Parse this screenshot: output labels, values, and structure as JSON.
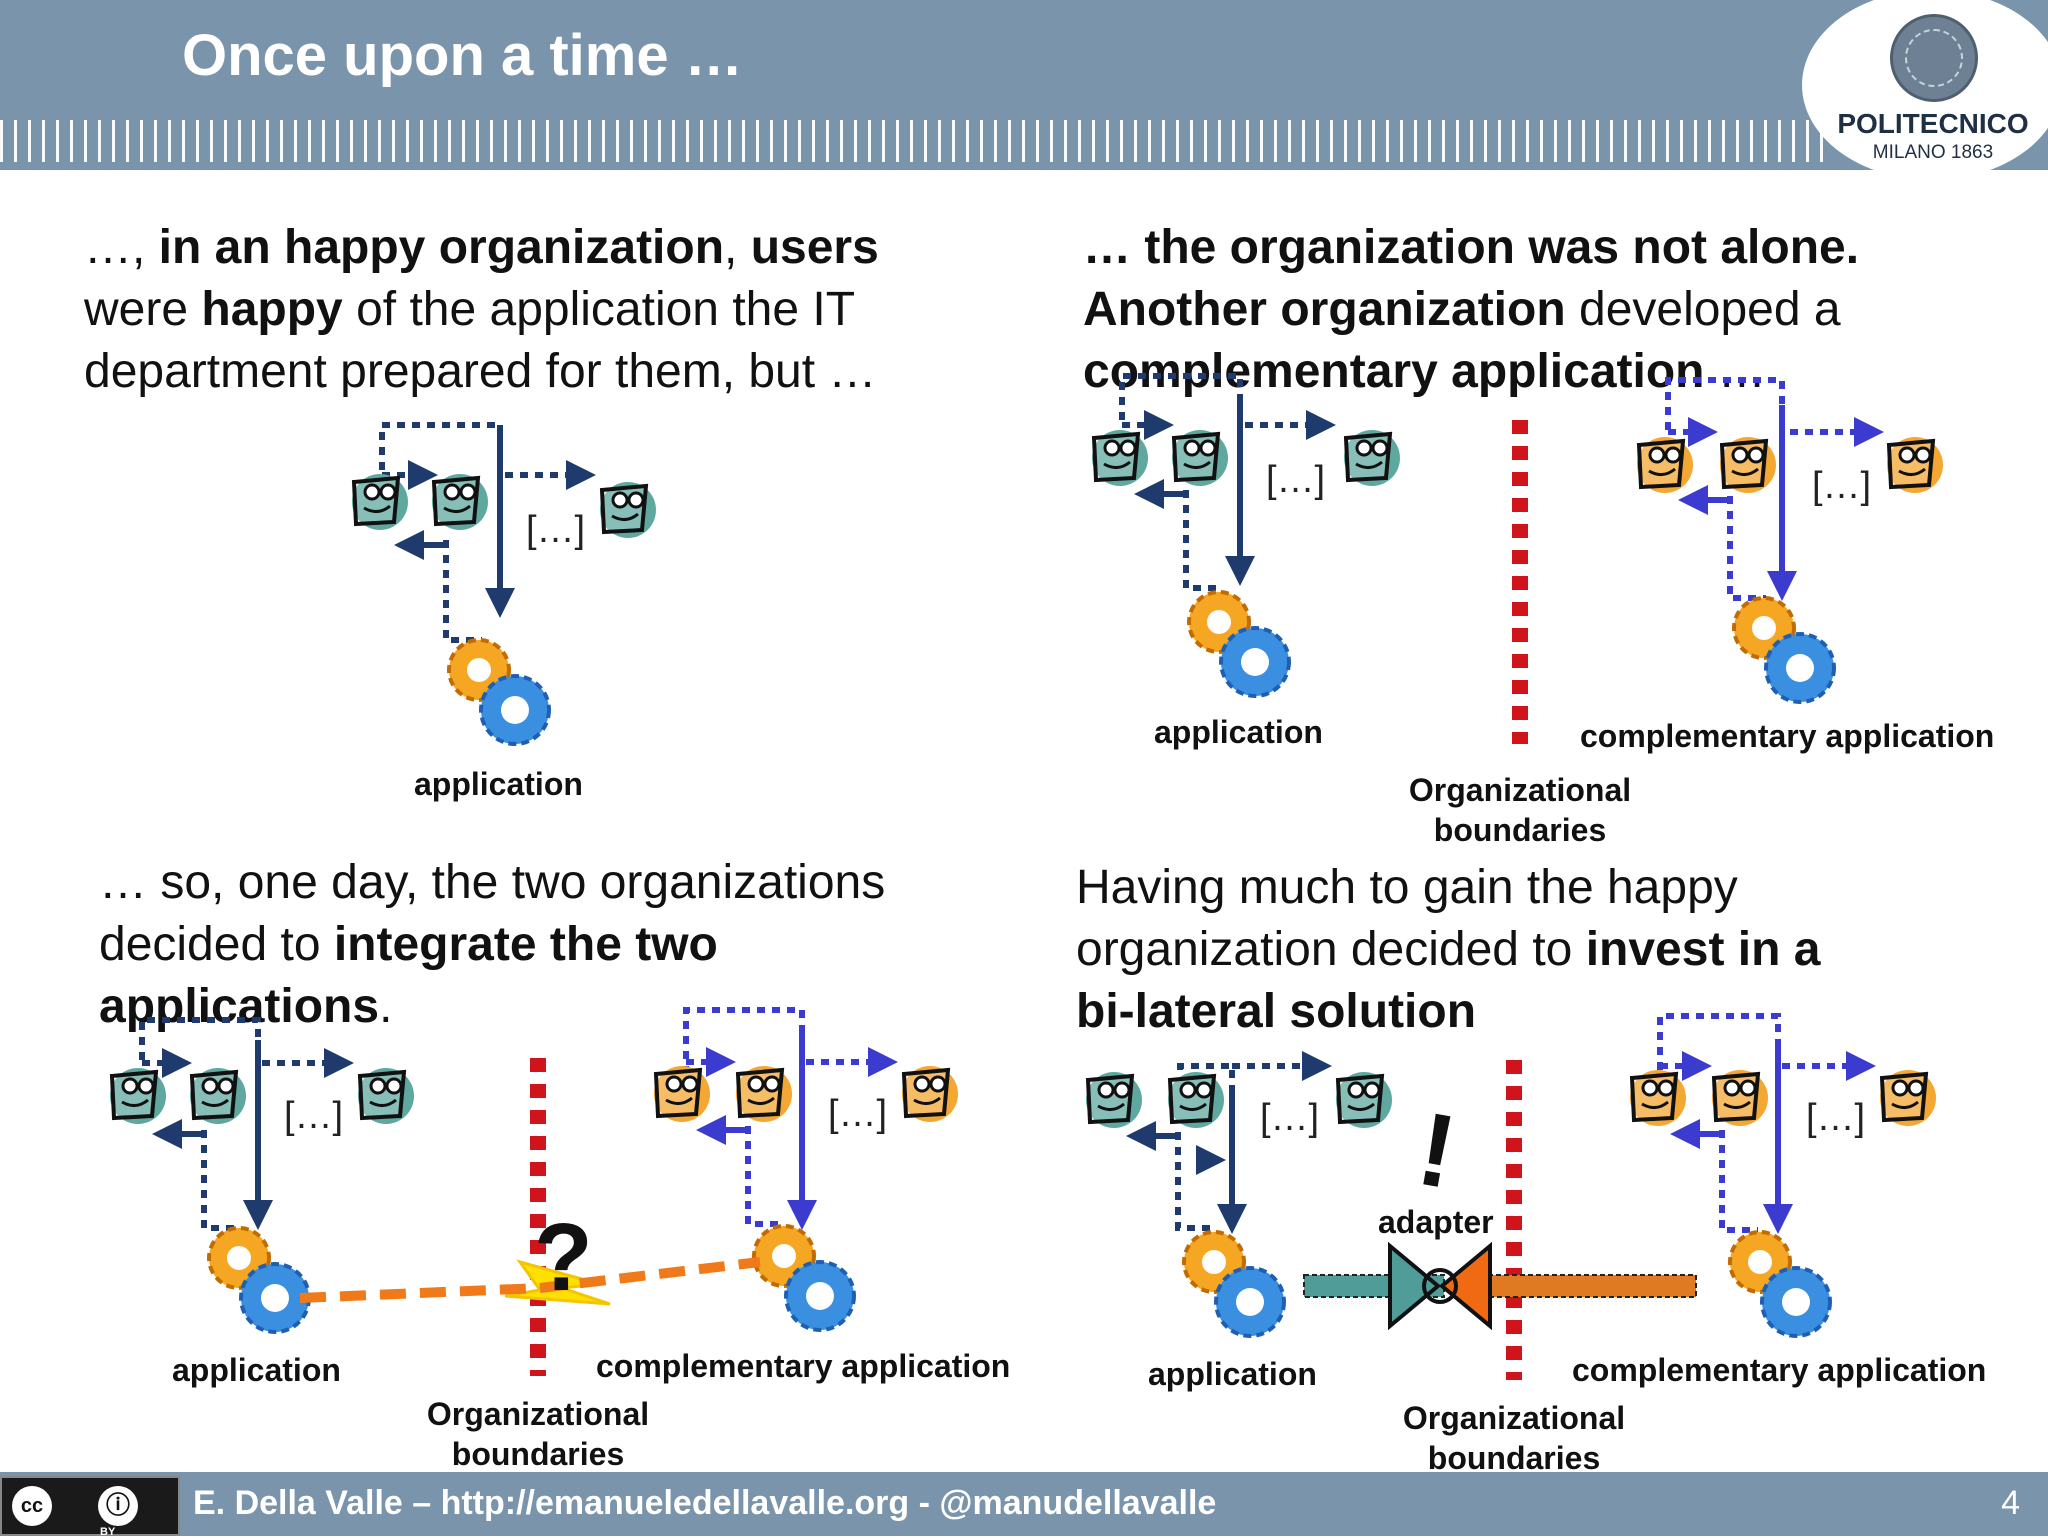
{
  "header": {
    "title": "Once upon a time …",
    "logo_name": "POLITECNICO",
    "logo_sub": "MILANO 1863"
  },
  "panels": {
    "top_left": {
      "line1_a": "…, ",
      "line1_b": "in an happy organization",
      "line1_c": ", ",
      "line1_d": "users",
      "line2_a": "were ",
      "line2_b": "happy",
      "line2_c": " of the application the IT",
      "line3": "department prepared for them, but …",
      "application_label": "application"
    },
    "top_right": {
      "line1": "… the organization was not alone.",
      "line2_a": "Another organization",
      "line2_b": " developed a",
      "line3_a": "complementary application",
      "line3_b": " …",
      "application_label": "application",
      "complementary_label": "complementary application",
      "boundaries_line1": "Organizational",
      "boundaries_line2": "boundaries"
    },
    "bottom_left": {
      "line1": "… so, one day, the two organizations",
      "line2_a": "decided to ",
      "line2_b": "integrate the two",
      "line3_a": "applications",
      "line3_b": ".",
      "question_mark": "?",
      "application_label": "application",
      "complementary_label": "complementary application",
      "boundaries_line1": "Organizational",
      "boundaries_line2": "boundaries"
    },
    "bottom_right": {
      "line1": "Having much to gain the happy",
      "line2_a": "organization decided to ",
      "line2_b": "invest in a",
      "line3": "bi-lateral solution",
      "exclamation": "!",
      "adapter_label": "adapter",
      "application_label": "application",
      "complementary_label": "complementary application",
      "boundaries_line1": "Organizational",
      "boundaries_line2": "boundaries"
    },
    "ellipsis": "[…]"
  },
  "colors": {
    "header": "#7a94ab",
    "own_users": "#5fa8a0",
    "other_users": "#f5a733",
    "own_arrows": "#1f3b6e",
    "other_arrows": "#3b3bd0",
    "boundary": "#d0141c",
    "adapter_left": "#4f9c98",
    "adapter_right": "#f06a14"
  },
  "footer": {
    "cc_label": "cc",
    "by_label": "BY",
    "text": "E. Della Valle – http://emanueledellavalle.org - @manudellavalle",
    "page": "4"
  }
}
